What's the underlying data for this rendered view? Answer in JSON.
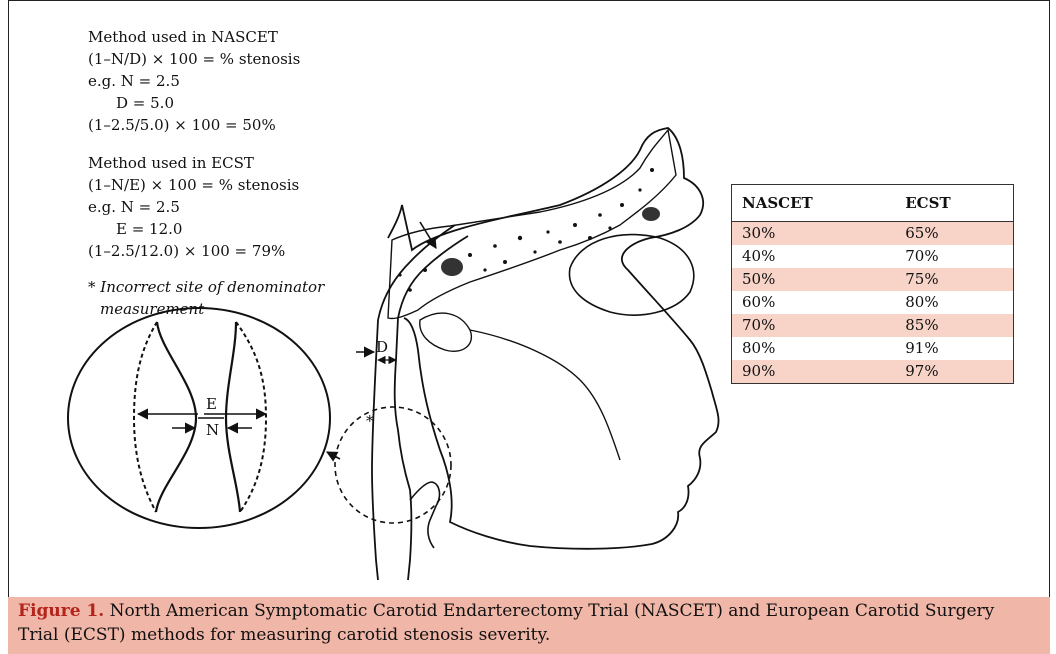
{
  "nascet": {
    "heading": "Method used in NASCET",
    "formula": "(1–N/D) × 100 = % stenosis",
    "example_n": "e.g. N = 2.5",
    "example_d": "D = 5.0",
    "result": "(1–2.5/5.0) × 100 = 50%"
  },
  "ecst": {
    "heading": "Method used in ECST",
    "formula": "(1–N/E) × 100 = % stenosis",
    "example_n": "e.g. N = 2.5",
    "example_e": "E = 12.0",
    "result": "(1–2.5/12.0) × 100 = 79%"
  },
  "footnote": {
    "line1": "* Incorrect site of denominator",
    "line2": "measurement"
  },
  "diagram_labels": {
    "E": "E",
    "N": "N",
    "D": "D",
    "star": "*"
  },
  "table": {
    "headers": [
      "NASCET",
      "ECST"
    ],
    "rows": [
      [
        "30%",
        "65%"
      ],
      [
        "40%",
        "70%"
      ],
      [
        "50%",
        "75%"
      ],
      [
        "60%",
        "80%"
      ],
      [
        "70%",
        "85%"
      ],
      [
        "80%",
        "91%"
      ],
      [
        "90%",
        "97%"
      ]
    ]
  },
  "caption": {
    "label": "Figure 1.",
    "text": " North American Symptomatic Carotid Endarterectomy Trial (NASCET) and European Carotid Surgery Trial (ECST) methods for measuring carotid stenosis severity."
  },
  "colors": {
    "caption_bg": "#f0b6a7",
    "caption_label": "#b5241c",
    "row_shade": "#f7d3c8"
  }
}
